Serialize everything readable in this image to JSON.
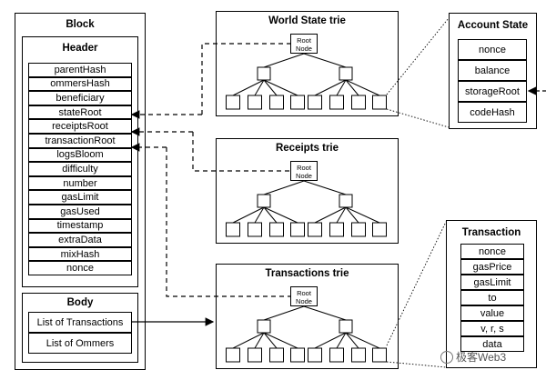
{
  "block": {
    "title": "Block",
    "header": {
      "title": "Header",
      "fields": [
        "parentHash",
        "ommersHash",
        "beneficiary",
        "stateRoot",
        "receiptsRoot",
        "transactionRoot",
        "logsBloom",
        "difficulty",
        "number",
        "gasLimit",
        "gasUsed",
        "timestamp",
        "extraData",
        "mixHash",
        "nonce"
      ]
    },
    "body": {
      "title": "Body",
      "fields": [
        "List of Transactions",
        "List of Ommers"
      ]
    }
  },
  "tries": [
    {
      "title": "World State trie",
      "root_label": "Root Node"
    },
    {
      "title": "Receipts trie",
      "root_label": "Root Node"
    },
    {
      "title": "Transactions trie",
      "root_label": "Root Node"
    }
  ],
  "account_state": {
    "title": "Account State",
    "fields": [
      "nonce",
      "balance",
      "storageRoot",
      "codeHash"
    ]
  },
  "transaction": {
    "title": "Transaction",
    "fields": [
      "nonce",
      "gasPrice",
      "gasLimit",
      "to",
      "value",
      "v, r, s",
      "data"
    ]
  },
  "watermark": "极客Web3"
}
